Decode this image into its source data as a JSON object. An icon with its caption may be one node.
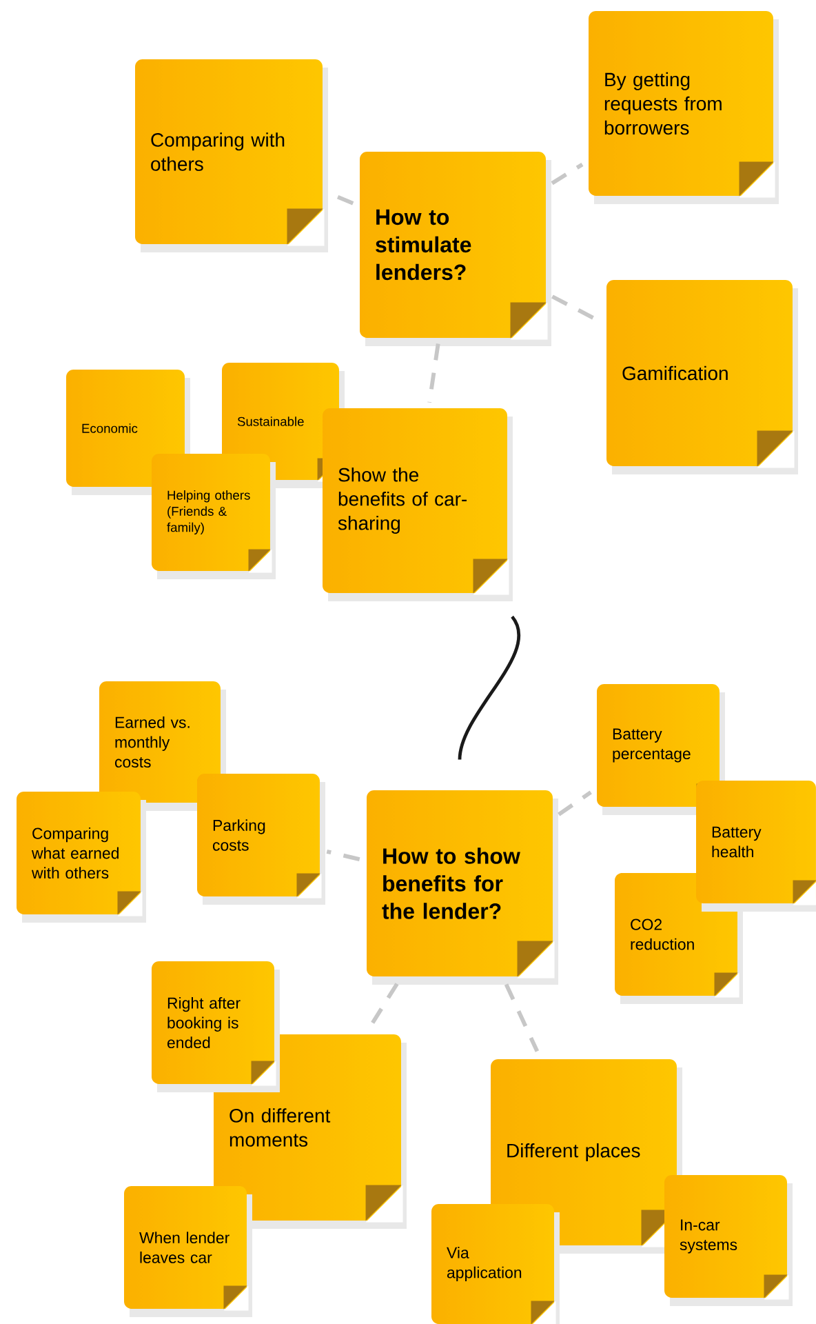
{
  "diagram": {
    "nodes": [
      {
        "text": [
          "How to stimulate lenders?"
        ]
      },
      {
        "text": [
          "Comparing with others"
        ]
      },
      {
        "text": [
          "By getting requests from borrowers"
        ]
      },
      {
        "text": [
          "Gamification"
        ]
      },
      {
        "text": [
          "Show the benefits of car-sharing"
        ]
      },
      {
        "text": [
          "Economic"
        ]
      },
      {
        "text": [
          "Sustainable"
        ]
      },
      {
        "text": [
          "Helping others (Friends & family)"
        ]
      },
      {
        "text": [
          "How to show benefits for the lender?"
        ]
      },
      {
        "text": [
          "Earned vs. monthly costs"
        ]
      },
      {
        "text": [
          "Comparing what earned with others"
        ]
      },
      {
        "text": [
          "Parking costs"
        ]
      },
      {
        "text": [
          "Battery percentage"
        ]
      },
      {
        "text": [
          "Battery health"
        ]
      },
      {
        "text": [
          "CO2 reduction"
        ]
      },
      {
        "text": [
          "On different moments"
        ]
      },
      {
        "text": [
          "Right after booking is ended"
        ]
      },
      {
        "text": [
          "When lender leaves car"
        ]
      },
      {
        "text": [
          "Different places"
        ]
      },
      {
        "text": [
          "Via application"
        ]
      },
      {
        "text": [
          "In-car systems"
        ]
      }
    ],
    "edges": [
      {
        "from": 0,
        "to": 1,
        "arrow": "none",
        "style": "dashed"
      },
      {
        "from": 0,
        "to": 2,
        "arrow": "none",
        "style": "dashed"
      },
      {
        "from": 0,
        "to": 3,
        "arrow": "none",
        "style": "dashed"
      },
      {
        "from": 0,
        "to": 4,
        "arrow": "none",
        "style": "dashed"
      },
      {
        "from": 4,
        "to": 8,
        "arrow": "none",
        "color": "#1a1a1a"
      },
      {
        "from": 8,
        "to": 11,
        "arrow": "none",
        "style": "dashed"
      },
      {
        "from": 8,
        "to": 12,
        "arrow": "none",
        "style": "dashed"
      },
      {
        "from": 8,
        "to": 15,
        "arrow": "none",
        "style": "dashed"
      },
      {
        "from": 8,
        "to": 18,
        "arrow": "none",
        "style": "dashed"
      }
    ]
  }
}
